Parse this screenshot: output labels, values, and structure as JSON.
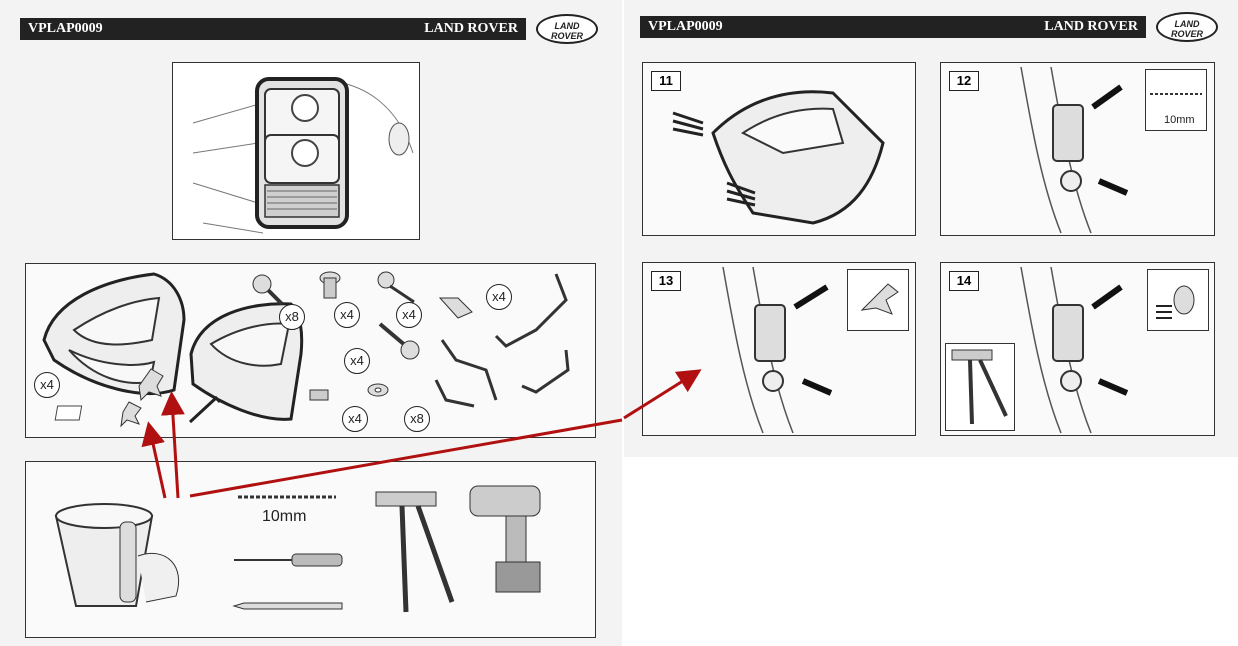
{
  "left_sheet": {
    "header": {
      "code": "VPLAP0009",
      "brand": "LAND ROVER"
    },
    "logo": {
      "line1": "LAND",
      "line2": "ROVER"
    },
    "quantities": [
      "x8",
      "x4",
      "x4",
      "x4",
      "x4",
      "x4",
      "x4",
      "x8"
    ],
    "tools": {
      "drill_bit_size": "10mm"
    }
  },
  "right_sheet": {
    "header": {
      "code": "VPLAP0009",
      "brand": "LAND ROVER"
    },
    "logo": {
      "line1": "LAND",
      "line2": "ROVER"
    },
    "steps": [
      {
        "number": "11"
      },
      {
        "number": "12",
        "inset_label": "10mm"
      },
      {
        "number": "13"
      },
      {
        "number": "14"
      }
    ]
  },
  "colors": {
    "annotation_arrow": "#b01010",
    "header_bar": "#222222"
  }
}
